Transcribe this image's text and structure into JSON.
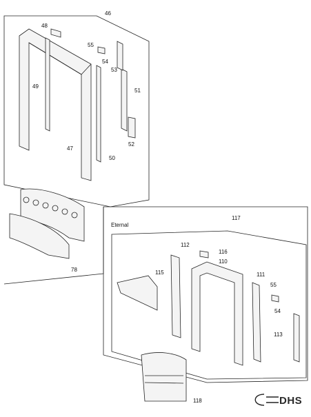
{
  "diagram": {
    "upper_panel": {
      "assembly_number": "46",
      "parts": [
        "48",
        "55",
        "54",
        "53",
        "51",
        "49",
        "52",
        "47",
        "50"
      ]
    },
    "middle_group": {
      "parts": [
        "78"
      ]
    },
    "lower_panel": {
      "title": "Eternal",
      "assembly_number": "117",
      "parts": [
        "112",
        "116",
        "110",
        "115",
        "111",
        "55",
        "54",
        "113",
        "118"
      ]
    },
    "brand": "DHS"
  },
  "colors": {
    "line": "#222222",
    "fill": "#f2f2f2",
    "background": "#ffffff"
  }
}
